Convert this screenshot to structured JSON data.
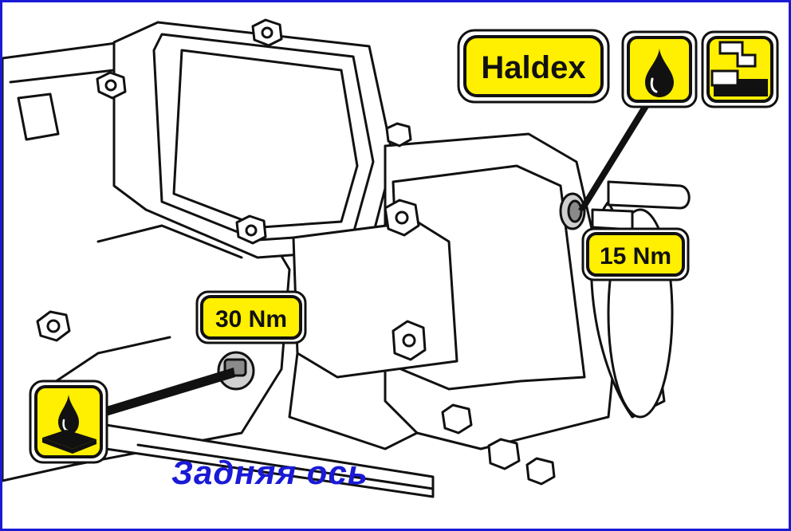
{
  "brand_label": "Haldex",
  "torque_labels": {
    "fill_plug": "15 Nm",
    "drain_plug": "30 Nm"
  },
  "caption": "Задняя ось",
  "icons": {
    "fill_icon": "oil-drop-icon",
    "level_icon": "oil-level-pipe-icon",
    "drain_icon": "oil-drain-icon"
  },
  "colors": {
    "label_fill": "#ffef00",
    "caption": "#1a1ad6",
    "frame_border": "#1a1ad6",
    "line_art": "#111111"
  }
}
